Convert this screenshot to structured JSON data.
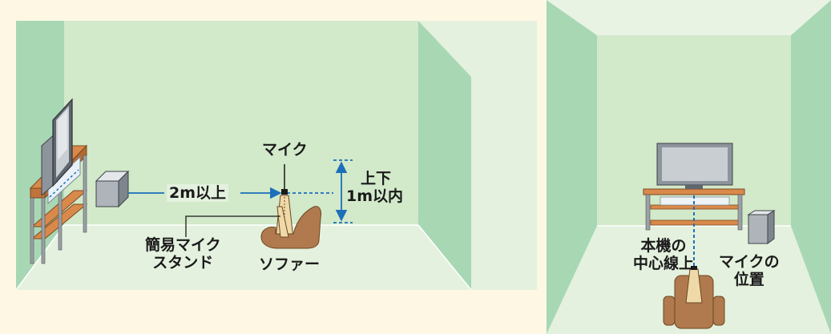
{
  "left_scene": {
    "distance_label": "2m以上",
    "mic_label": "マイク",
    "height_label": [
      "上下",
      "1m以内"
    ],
    "stand_label": [
      "簡易マイク",
      "スタンド"
    ],
    "sofa_label": "ソファー"
  },
  "right_scene": {
    "center_label": [
      "本機の",
      "中心線上"
    ],
    "mic_position_label": [
      "マイクの",
      "位置"
    ]
  },
  "colors": {
    "page_bg": "#fdf7e3",
    "room_floor": "#e4f1de",
    "room_wall": "#d2e9ca",
    "side_wall": "#a8d7b4",
    "guide_blue": "#1c6fb8",
    "furniture_wood": "#d9894a",
    "sofa": "#b07a4e"
  }
}
